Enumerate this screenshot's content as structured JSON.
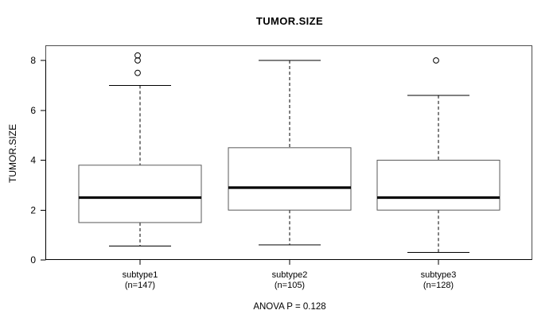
{
  "chart_data": {
    "type": "box",
    "title": "TUMOR.SIZE",
    "xlabel": "",
    "ylabel": "TUMOR.SIZE",
    "ylim": [
      0,
      8.5
    ],
    "yticks": [
      0,
      2,
      4,
      6,
      8
    ],
    "ytick_labels": [
      "0",
      "2",
      "4",
      "6",
      "8"
    ],
    "grid": false,
    "legend": "none",
    "annotation": "ANOVA P = 0.128",
    "categories": [
      "subtype1",
      "subtype2",
      "subtype3"
    ],
    "category_counts": [
      147,
      105,
      128
    ],
    "category_labels": [
      "subtype1",
      "subtype2",
      "subtype3"
    ],
    "category_sublabels": [
      "(n=147)",
      "(n=105)",
      "(n=128)"
    ],
    "boxes": [
      {
        "name": "subtype1",
        "n": 147,
        "whisker_low": 0.55,
        "q1": 1.5,
        "median": 2.5,
        "q3": 3.8,
        "whisker_high": 7.0,
        "outliers": [
          8.2,
          8.0,
          7.5
        ]
      },
      {
        "name": "subtype2",
        "n": 105,
        "whisker_low": 0.6,
        "q1": 2.0,
        "median": 2.9,
        "q3": 4.5,
        "whisker_high": 8.0,
        "outliers": []
      },
      {
        "name": "subtype3",
        "n": 128,
        "whisker_low": 0.3,
        "q1": 2.0,
        "median": 2.5,
        "q3": 4.0,
        "whisker_high": 6.6,
        "outliers": [
          8.0
        ]
      }
    ]
  },
  "colors": {
    "background": "#ffffff",
    "frame": "#4d4d4d",
    "box_stroke": "#5a5a5a",
    "median": "#000000",
    "text": "#000000"
  }
}
